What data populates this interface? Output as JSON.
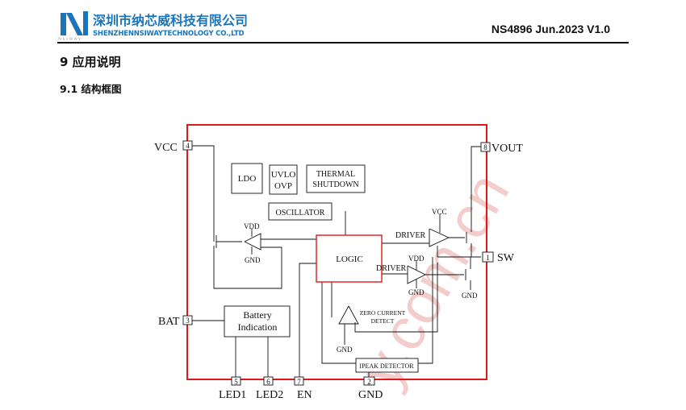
{
  "header": {
    "company_cn": "深圳市纳芯威科技有限公司",
    "company_en": "SHENZHENNSIWAYTECHNOLOGY CO.,LTD",
    "brand": "NSIWAY",
    "doc_id": "NS4896 Jun.2023 V1.0",
    "logo_letter": "N"
  },
  "section": {
    "title": "9  应用说明",
    "subtitle": "9.1  结构框图"
  },
  "diagram": {
    "border_color": "#e0181b",
    "pins": {
      "vcc": {
        "num": "4",
        "label": "VCC"
      },
      "vout": {
        "num": "8",
        "label": "VOUT"
      },
      "sw": {
        "num": "1",
        "label": "SW"
      },
      "bat": {
        "num": "3",
        "label": "BAT"
      },
      "led1": {
        "num": "5",
        "label": "LED1"
      },
      "led2": {
        "num": "6",
        "label": "LED2"
      },
      "en": {
        "num": "7",
        "label": "EN"
      },
      "gnd": {
        "num": "2",
        "label": "GND"
      }
    },
    "blocks": {
      "ldo": "LDO",
      "uvlo_1": "UVLO",
      "uvlo_2": "OVP",
      "thermal_1": "THERMAL",
      "thermal_2": "SHUTDOWN",
      "oscillator": "OSCILLATOR",
      "logic": "LOGIC",
      "battery_1": "Battery",
      "battery_2": "Indication",
      "ipeak": "IPEAK DETECTOR",
      "zero_1": "ZERO CURRENT",
      "zero_2": "DETECT"
    },
    "labels": {
      "driver_top": "DRIVER",
      "driver_bot": "DRIVER",
      "vcc_small": "VCC",
      "vdd_left": "VDD",
      "gnd_left": "GND",
      "vdd_right": "VDD",
      "gnd_right": "GND",
      "gnd_sw": "GND",
      "gnd_zero": "GND"
    },
    "watermark": "y.com.cn"
  }
}
